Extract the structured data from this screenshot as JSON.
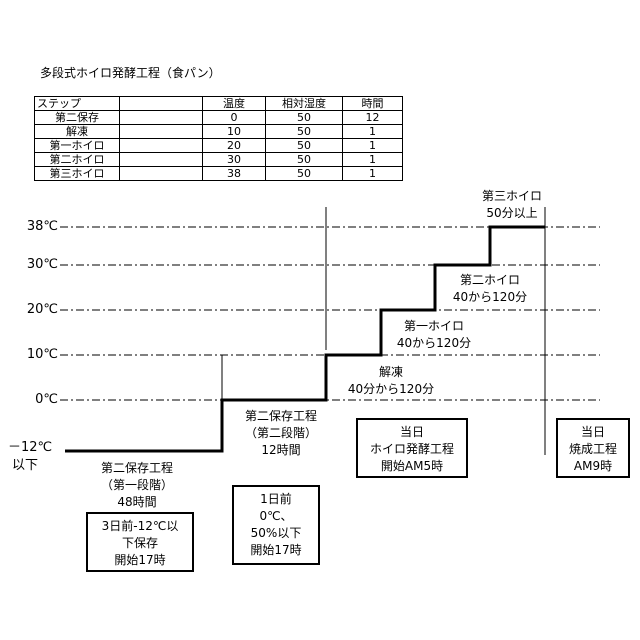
{
  "title": "多段式ホイロ発酵工程（食パン）",
  "table": {
    "headers": [
      "ステップ",
      "",
      "温度",
      "相対湿度",
      "時間"
    ],
    "rows": [
      {
        "step": "第二保存",
        "temp": "0",
        "hum": "50",
        "time": "12"
      },
      {
        "step": "解凍",
        "temp": "10",
        "hum": "50",
        "time": "1"
      },
      {
        "step": "第一ホイロ",
        "temp": "20",
        "hum": "50",
        "time": "1"
      },
      {
        "step": "第二ホイロ",
        "temp": "30",
        "hum": "50",
        "time": "1"
      },
      {
        "step": "第三ホイロ",
        "temp": "38",
        "hum": "50",
        "time": "1"
      }
    ]
  },
  "y_labels": {
    "t38": "38℃",
    "t30": "30℃",
    "t20": "20℃",
    "t10": "10℃",
    "t0": "0℃",
    "tm12_line1": "－12℃",
    "tm12_line2": "以下"
  },
  "step_labels": {
    "third_hoiro_1": "第三ホイロ",
    "third_hoiro_2": "50分以上",
    "second_hoiro_1": "第二ホイロ",
    "second_hoiro_2": "40から120分",
    "first_hoiro_1": "第一ホイロ",
    "first_hoiro_2": "40から120分",
    "thaw_1": "解凍",
    "thaw_2": "40分から120分",
    "storage2_1": "第二保存工程",
    "storage2_2": "（第二段階）",
    "storage2_3": "12時間",
    "storage1_1": "第二保存工程",
    "storage1_2": "（第一段階）",
    "storage1_3": "48時間"
  },
  "boxes": {
    "three_days": [
      "3日前-12℃以",
      "下保存",
      "開始17時"
    ],
    "one_day": [
      "1日前",
      "0℃、",
      "50%以下",
      "開始17時"
    ],
    "today_hoiro": [
      "当日",
      "ホイロ発酵工程",
      "開始AM5時"
    ],
    "today_bake": [
      "当日",
      "焼成工程",
      "AM9時"
    ]
  }
}
